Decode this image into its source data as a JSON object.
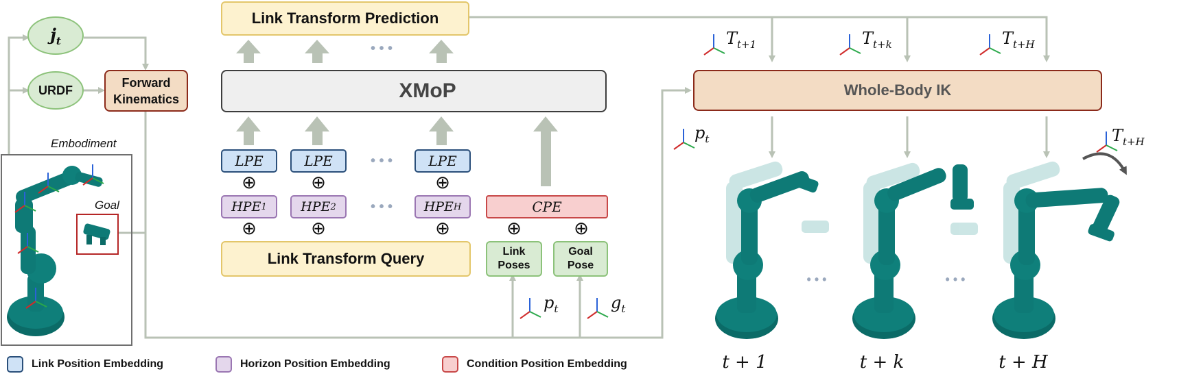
{
  "top_box": {
    "label": "Link Transform Prediction"
  },
  "xmop": {
    "label": "XMoP"
  },
  "query_box": {
    "label": "Link Transform Query"
  },
  "ik_box": {
    "label": "Whole-Body IK"
  },
  "fk_box": {
    "line1": "Forward",
    "line2": "Kinematics"
  },
  "joint_node": {
    "main": "j",
    "sub": "t"
  },
  "urdf_node": {
    "label": "URDF"
  },
  "embodiment_label": "Embodiment",
  "goal_label": "Goal",
  "lpe_label": "LPE",
  "hpe": [
    {
      "main": "HPE",
      "sub": "1"
    },
    {
      "main": "HPE",
      "sub": "2"
    },
    {
      "main": "HPE",
      "sub": "H"
    }
  ],
  "cpe_label": "CPE",
  "link_poses": {
    "line1": "Link",
    "line2": "Poses"
  },
  "goal_pose": {
    "line1": "Goal",
    "line2": "Pose"
  },
  "oplus": "⊕",
  "dots": "• • •",
  "pt": {
    "main": "p",
    "sub": "t"
  },
  "gt": {
    "main": "g",
    "sub": "t"
  },
  "transforms": [
    {
      "main": "T",
      "sub": "t+1"
    },
    {
      "main": "T",
      "sub": "t+k"
    },
    {
      "main": "T",
      "sub": "t+H"
    }
  ],
  "bottom_labels": [
    "t + 1",
    "t + k",
    "t + H"
  ],
  "legend": [
    {
      "label": "Link Position Embedding",
      "fill": "#cfe2f6",
      "stroke": "#2a4f7a"
    },
    {
      "label": "Horizon Position Embedding",
      "fill": "#e4d7ec",
      "stroke": "#9a76b2"
    },
    {
      "label": "Condition Position Embedding",
      "fill": "#f8cfcf",
      "stroke": "#c84848"
    }
  ],
  "colors": {
    "arrow": "#b9c2b5",
    "robot": "#0e7a76",
    "robot_light": "#9fcfcd"
  }
}
